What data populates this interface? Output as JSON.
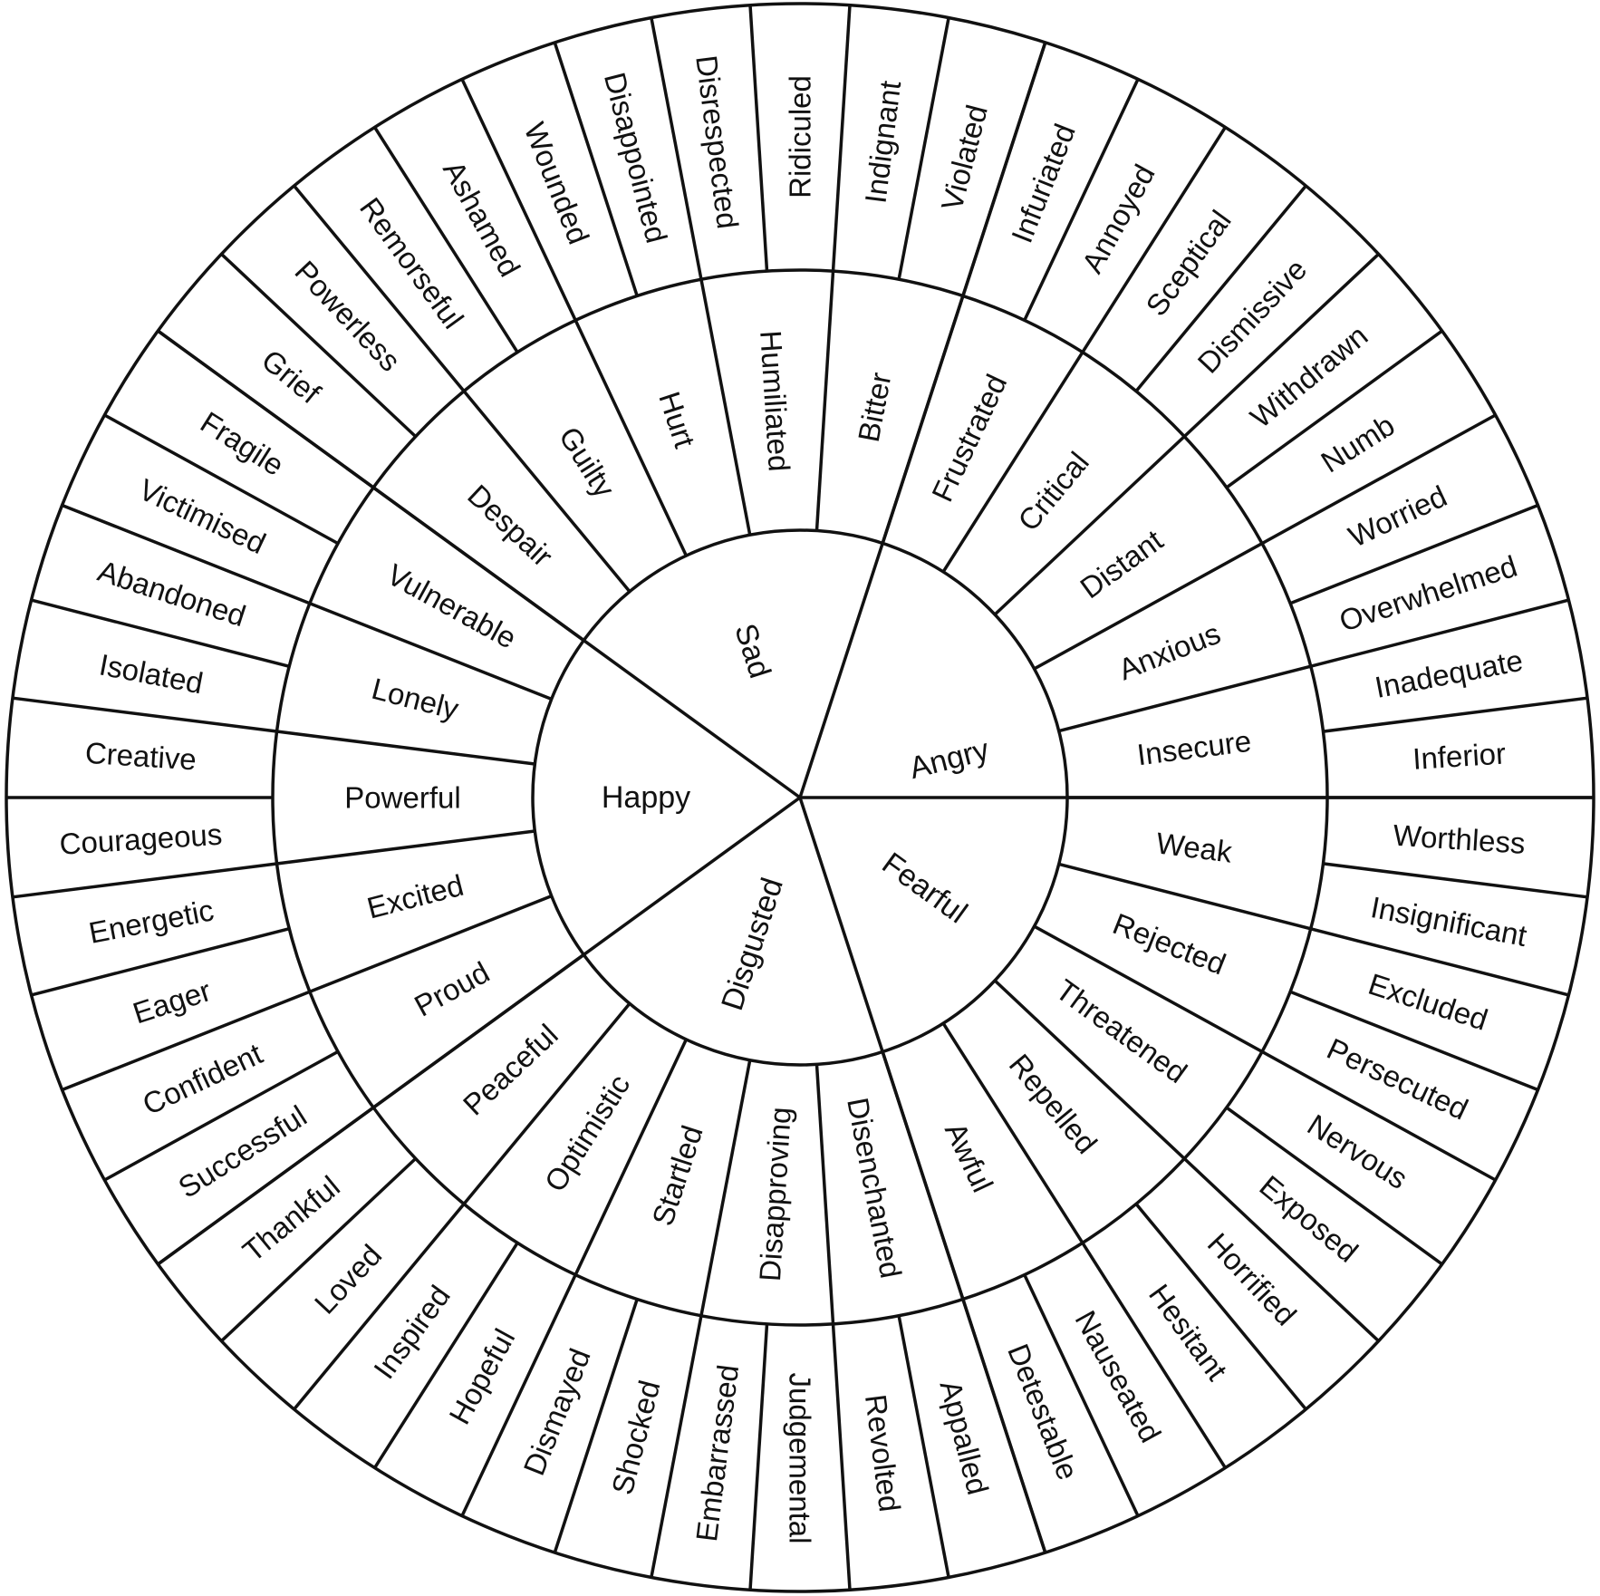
{
  "wheel": {
    "stroke_color": "#111111",
    "background_color": "#ffffff",
    "core": [
      {
        "label": "Fearful",
        "children": [
          2,
          3,
          4,
          5,
          6
        ]
      },
      {
        "label": "Disgusted",
        "children": [
          7,
          8,
          9,
          10,
          11
        ]
      },
      {
        "label": "Happy",
        "children": [
          12,
          13,
          14,
          15,
          16
        ]
      },
      {
        "label": "Sad",
        "children": [
          17,
          18,
          19,
          20,
          21
        ]
      },
      {
        "label": "Angry",
        "children": [
          22,
          23,
          24,
          25,
          26,
          27,
          28,
          29,
          0,
          1
        ]
      }
    ],
    "middle": [
      {
        "label": "Anxious",
        "children": [
          "Worried",
          "Overwhelmed"
        ]
      },
      {
        "label": "Insecure",
        "children": [
          "Inadequate",
          "Inferior"
        ]
      },
      {
        "label": "Weak",
        "children": [
          "Worthless",
          "Insignificant"
        ]
      },
      {
        "label": "Rejected",
        "children": [
          "Excluded",
          "Persecuted"
        ]
      },
      {
        "label": "Threatened",
        "children": [
          "Nervous",
          "Exposed"
        ]
      },
      {
        "label": "Repelled",
        "children": [
          "Horrified",
          "Hesitant"
        ]
      },
      {
        "label": "Awful",
        "children": [
          "Nauseated",
          "Detestable"
        ]
      },
      {
        "label": "Disenchanted",
        "children": [
          "Appalled",
          "Revolted"
        ]
      },
      {
        "label": "Disapproving",
        "children": [
          "Judgemental",
          "Embarrassed"
        ]
      },
      {
        "label": "Startled",
        "children": [
          "Shocked",
          "Dismayed"
        ]
      },
      {
        "label": "Optimistic",
        "children": [
          "Hopeful",
          "Inspired"
        ]
      },
      {
        "label": "Peaceful",
        "children": [
          "Loved",
          "Thankful"
        ]
      },
      {
        "label": "Proud",
        "children": [
          "Successful",
          "Confident"
        ]
      },
      {
        "label": "Excited",
        "children": [
          "Eager",
          "Energetic"
        ]
      },
      {
        "label": "Powerful",
        "children": [
          "Courageous",
          "Creative"
        ]
      },
      {
        "label": "Lonely",
        "children": [
          "Isolated",
          "Abandoned"
        ]
      },
      {
        "label": "Vulnerable",
        "children": [
          "Victimised",
          "Fragile"
        ]
      },
      {
        "label": "Despair",
        "children": [
          "Grief",
          "Powerless"
        ]
      },
      {
        "label": "Guilty",
        "children": [
          "Remorseful",
          "Ashamed"
        ]
      },
      {
        "label": "Hurt",
        "children": [
          "Wounded",
          "Disappointed"
        ]
      },
      {
        "label": "Humiliated",
        "children": [
          "Disrespected",
          "Ridiculed"
        ]
      },
      {
        "label": "Bitter",
        "children": [
          "Indignant",
          "Violated"
        ]
      },
      {
        "label": "Frustrated",
        "children": [
          "Infuriated",
          "Annoyed"
        ]
      },
      {
        "label": "Critical",
        "children": [
          "Sceptical",
          "Dismissive"
        ]
      },
      {
        "label": "Distant",
        "children": [
          "Withdrawn",
          "Numb"
        ]
      }
    ]
  }
}
